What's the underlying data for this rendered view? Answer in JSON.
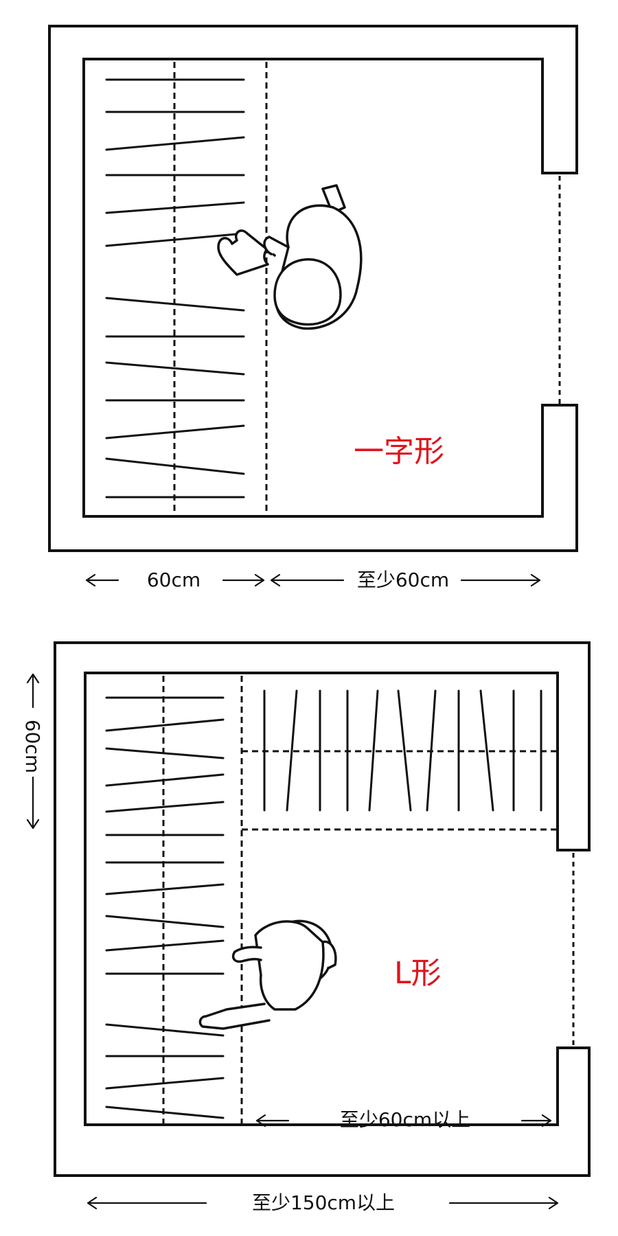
{
  "diagrams": [
    {
      "shape_label": "一字形",
      "dimensions": {
        "rack_depth": "60cm",
        "aisle_width": "至少60cm"
      }
    },
    {
      "shape_label": "L形",
      "dimensions": {
        "rack_depth": "60cm",
        "aisle_width": "至少60cm以上",
        "room_width": "至少150cm以上"
      }
    }
  ],
  "colors": {
    "line": "#111111",
    "label": "#e0141e",
    "background": "#ffffff"
  }
}
